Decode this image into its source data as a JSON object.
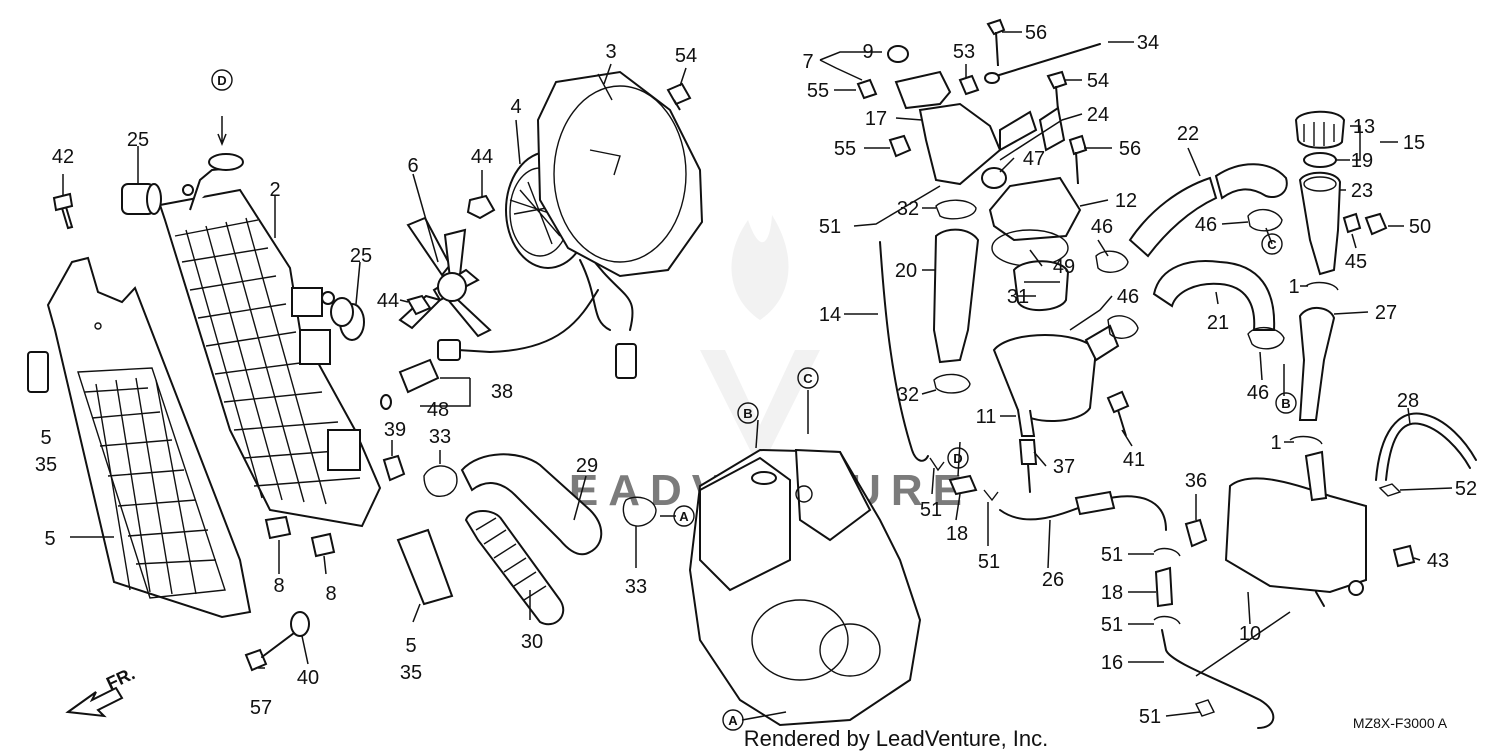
{
  "diagram": {
    "callouts": [
      {
        "id": "c42",
        "text": "42"
      },
      {
        "id": "c25a",
        "text": "25"
      },
      {
        "id": "c2",
        "text": "2"
      },
      {
        "id": "c25b",
        "text": "25"
      },
      {
        "id": "c5a",
        "text": "5"
      },
      {
        "id": "c35a",
        "text": "35"
      },
      {
        "id": "c5b",
        "text": "5"
      },
      {
        "id": "c8a",
        "text": "8"
      },
      {
        "id": "c8b",
        "text": "8"
      },
      {
        "id": "c57",
        "text": "57"
      },
      {
        "id": "c40",
        "text": "40"
      },
      {
        "id": "c5c",
        "text": "5"
      },
      {
        "id": "c35b",
        "text": "35"
      },
      {
        "id": "c6",
        "text": "6"
      },
      {
        "id": "c4",
        "text": "4"
      },
      {
        "id": "c44a",
        "text": "44"
      },
      {
        "id": "c44b",
        "text": "44"
      },
      {
        "id": "c3",
        "text": "3"
      },
      {
        "id": "c54a",
        "text": "54"
      },
      {
        "id": "c38",
        "text": "38"
      },
      {
        "id": "c48",
        "text": "48"
      },
      {
        "id": "c39",
        "text": "39"
      },
      {
        "id": "c33a",
        "text": "33"
      },
      {
        "id": "c29",
        "text": "29"
      },
      {
        "id": "c30",
        "text": "30"
      },
      {
        "id": "c33b",
        "text": "33"
      },
      {
        "id": "c7",
        "text": "7"
      },
      {
        "id": "c9",
        "text": "9"
      },
      {
        "id": "c55a",
        "text": "55"
      },
      {
        "id": "c53",
        "text": "53"
      },
      {
        "id": "c56a",
        "text": "56"
      },
      {
        "id": "c34",
        "text": "34"
      },
      {
        "id": "c54b",
        "text": "54"
      },
      {
        "id": "c17",
        "text": "17"
      },
      {
        "id": "c24",
        "text": "24"
      },
      {
        "id": "c55b",
        "text": "55"
      },
      {
        "id": "c56b",
        "text": "56"
      },
      {
        "id": "c47",
        "text": "47"
      },
      {
        "id": "c51a",
        "text": "51"
      },
      {
        "id": "c32a",
        "text": "32"
      },
      {
        "id": "c12",
        "text": "12"
      },
      {
        "id": "c46a",
        "text": "46"
      },
      {
        "id": "c20",
        "text": "20"
      },
      {
        "id": "c49",
        "text": "49"
      },
      {
        "id": "c14",
        "text": "14"
      },
      {
        "id": "c31",
        "text": "31"
      },
      {
        "id": "c46b",
        "text": "46"
      },
      {
        "id": "c32b",
        "text": "32"
      },
      {
        "id": "c11",
        "text": "11"
      },
      {
        "id": "c41",
        "text": "41"
      },
      {
        "id": "c37",
        "text": "37"
      },
      {
        "id": "c51b",
        "text": "51"
      },
      {
        "id": "c18a",
        "text": "18"
      },
      {
        "id": "c51c",
        "text": "51"
      },
      {
        "id": "c26",
        "text": "26"
      },
      {
        "id": "c22",
        "text": "22"
      },
      {
        "id": "c46c",
        "text": "46"
      },
      {
        "id": "c21",
        "text": "21"
      },
      {
        "id": "c46d",
        "text": "46"
      },
      {
        "id": "c13",
        "text": "13"
      },
      {
        "id": "c15",
        "text": "15"
      },
      {
        "id": "c19",
        "text": "19"
      },
      {
        "id": "c23",
        "text": "23"
      },
      {
        "id": "c50",
        "text": "50"
      },
      {
        "id": "c45",
        "text": "45"
      },
      {
        "id": "c1a",
        "text": "1"
      },
      {
        "id": "c27",
        "text": "27"
      },
      {
        "id": "c28",
        "text": "28"
      },
      {
        "id": "c1b",
        "text": "1"
      },
      {
        "id": "c52",
        "text": "52"
      },
      {
        "id": "c36",
        "text": "36"
      },
      {
        "id": "c51d",
        "text": "51"
      },
      {
        "id": "c18b",
        "text": "18"
      },
      {
        "id": "c51e",
        "text": "51"
      },
      {
        "id": "c16",
        "text": "16"
      },
      {
        "id": "c10",
        "text": "10"
      },
      {
        "id": "c43",
        "text": "43"
      },
      {
        "id": "c51f",
        "text": "51"
      }
    ],
    "refs": [
      {
        "id": "rD1",
        "text": "D"
      },
      {
        "id": "rB1",
        "text": "B"
      },
      {
        "id": "rC1",
        "text": "C"
      },
      {
        "id": "rA1",
        "text": "A"
      },
      {
        "id": "rD2",
        "text": "D"
      },
      {
        "id": "rC2",
        "text": "C"
      },
      {
        "id": "rB2",
        "text": "B"
      },
      {
        "id": "rA2",
        "text": "A"
      }
    ],
    "front_label": "FR.",
    "diagram_code": "MZ8X-F3000 A",
    "watermark": "LEADVENTURE",
    "footer": "Rendered by LeadVenture, Inc."
  }
}
